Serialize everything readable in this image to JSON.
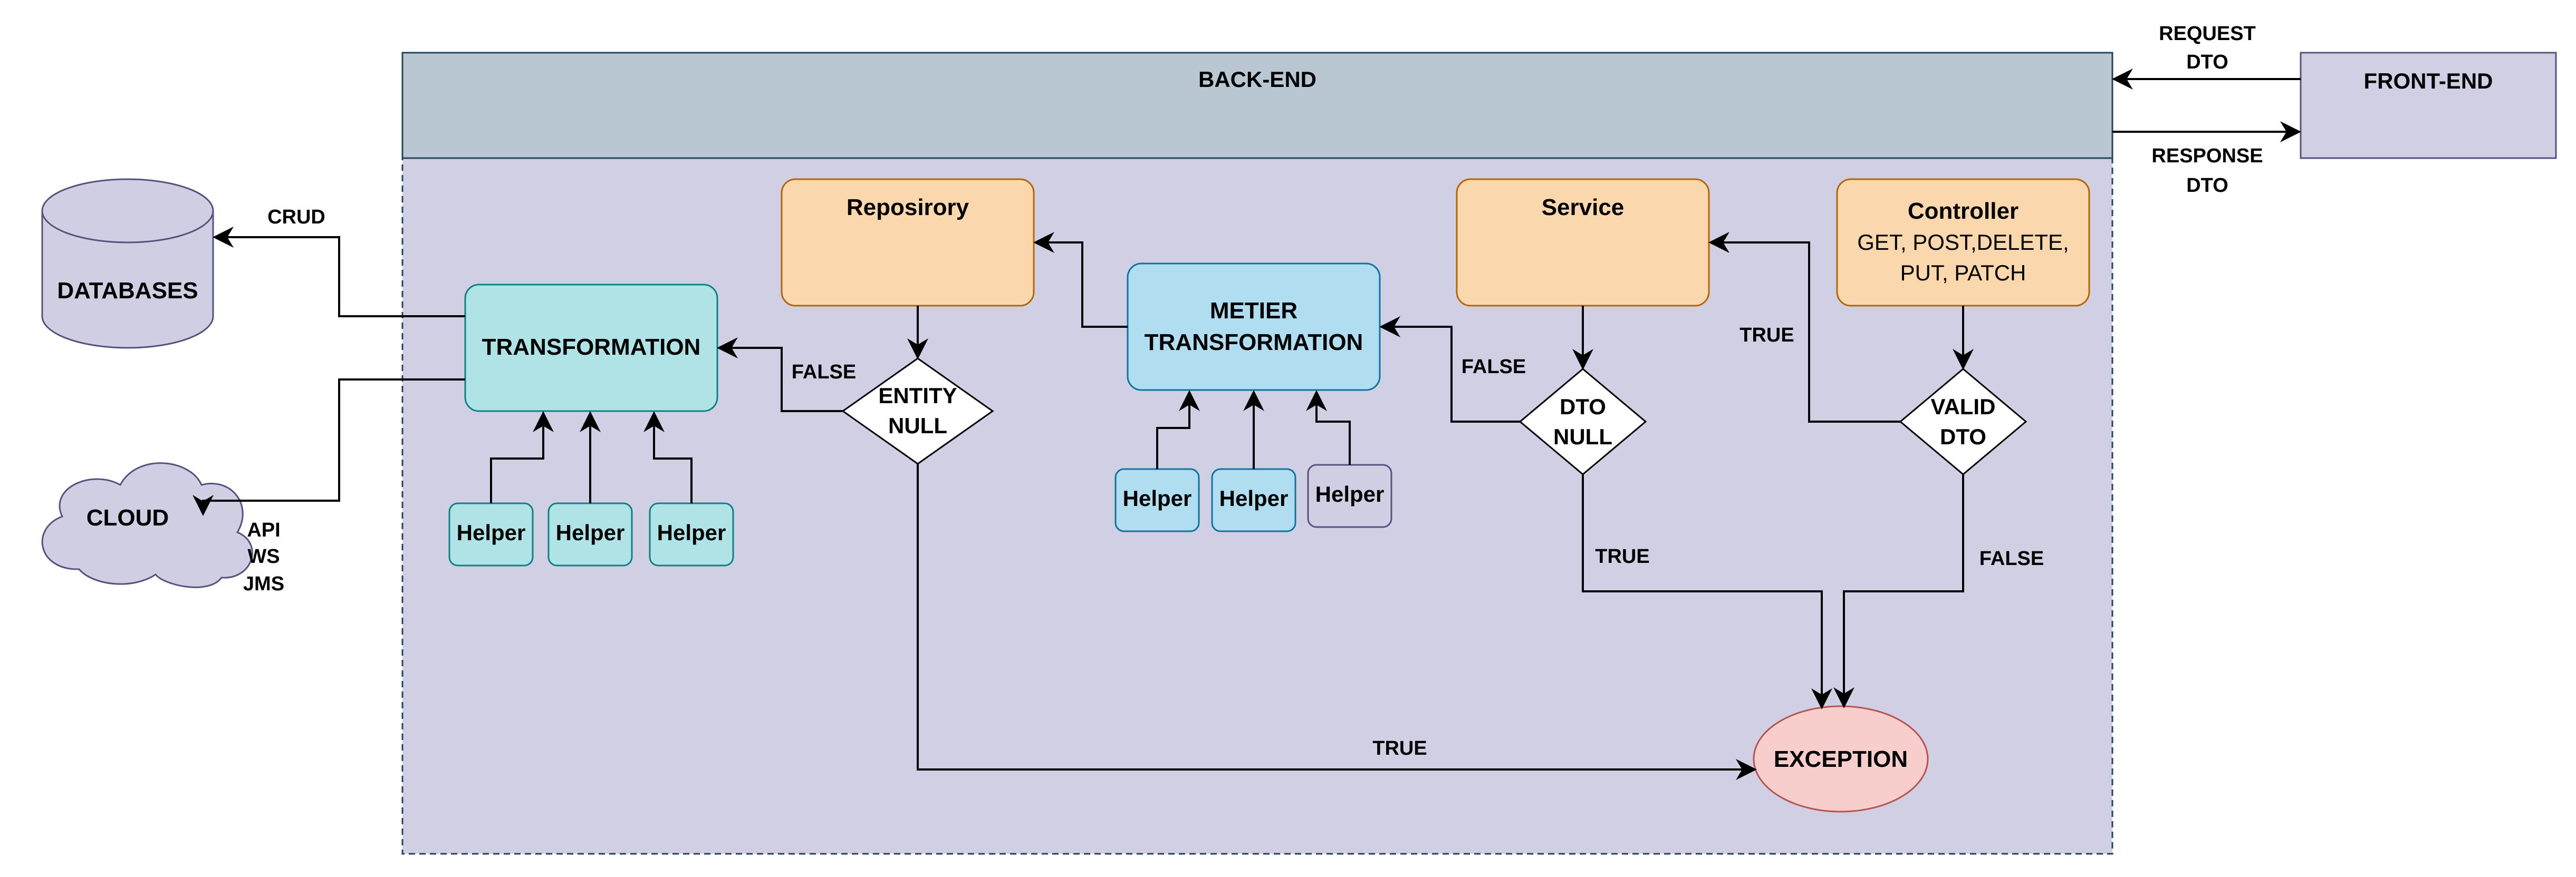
{
  "colors": {
    "backend_header": "#B8C7D2",
    "backend_body": "#D1CFE3",
    "border_dark": "#23445D",
    "frontend_fill": "#D1CFE3",
    "frontend_border": "#56517E",
    "orange_fill": "#FAD7AC",
    "orange_border": "#B46504",
    "teal_fill": "#B0E3E6",
    "teal_border": "#0E8088",
    "blue_fill": "#B1DDF0",
    "blue_border": "#10739E",
    "purple_fill": "#D0CEE2",
    "exception_fill": "#F8CECC",
    "exception_border": "#B85450",
    "database_fill": "#D0CEE2",
    "cloud_fill": "#D0CEE2"
  },
  "nodes": {
    "backend_title": "BACK-END",
    "frontend": "FRONT-END",
    "controller_title": "Controller",
    "controller_methods_1": "GET, POST,DELETE,",
    "controller_methods_2": "PUT, PATCH",
    "service": "Service",
    "repository": "Reposirory",
    "metier_1": "METIER",
    "metier_2": "TRANSFORMATION",
    "transformation": "TRANSFORMATION",
    "helper": "Helper",
    "valid_dto_1": "VALID",
    "valid_dto_2": "DTO",
    "dto_null_1": "DTO",
    "dto_null_2": "NULL",
    "entity_null_1": "ENTITY",
    "entity_null_2": "NULL",
    "exception": "EXCEPTION",
    "databases": "DATABASES",
    "cloud": "CLOUD"
  },
  "edge_labels": {
    "request_1": "REQUEST",
    "request_2": "DTO",
    "response_1": "RESPONSE",
    "response_2": "DTO",
    "true": "TRUE",
    "false": "FALSE",
    "crud": "CRUD",
    "api": "API",
    "ws": "WS",
    "jms": "JMS"
  }
}
